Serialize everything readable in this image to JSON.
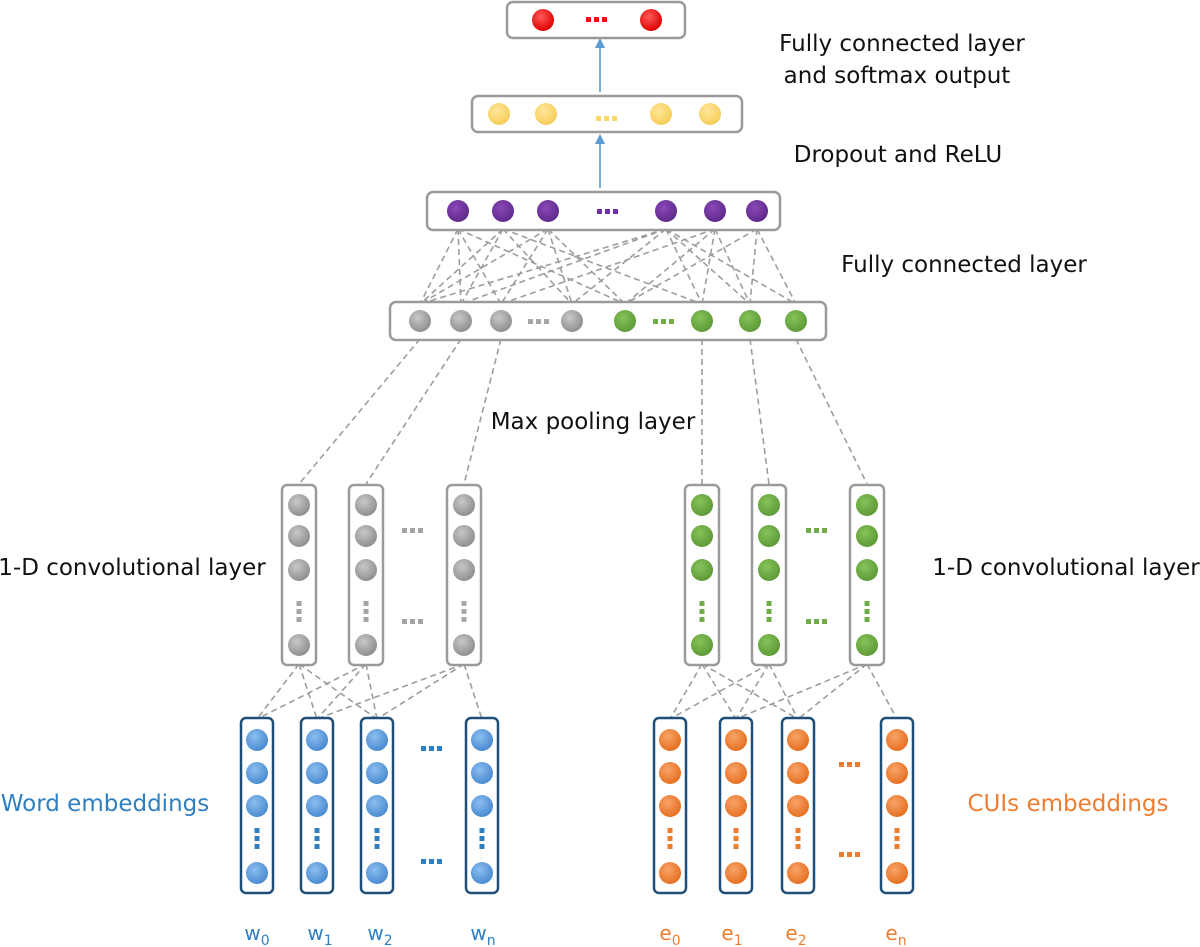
{
  "labels": {
    "output_line1": "Fully connected  layer",
    "output_line2": "and softmax output",
    "dropout": "Dropout and ReLU",
    "fully_connected": "Fully connected layer",
    "max_pooling": "Max pooling layer",
    "conv_left": "1-D convolutional layer",
    "conv_right": "1-D convolutional layer",
    "word_embeddings": "Word embeddings",
    "cui_embeddings": "CUIs embeddings"
  },
  "word_tokens": [
    {
      "base": "w",
      "sub": "0"
    },
    {
      "base": "w",
      "sub": "1"
    },
    {
      "base": "w",
      "sub": "2"
    },
    {
      "base": "w",
      "sub": "n"
    }
  ],
  "cui_tokens": [
    {
      "base": "e",
      "sub": "0"
    },
    {
      "base": "e",
      "sub": "1"
    },
    {
      "base": "e",
      "sub": "2"
    },
    {
      "base": "e",
      "sub": "n"
    }
  ],
  "colors": {
    "output_node": "#ee1111",
    "dropout_node": "#fbd76a",
    "fc_node": "#7030a0",
    "pool_gray_node": "#a6a6a6",
    "pool_green_node": "#70ad47",
    "conv_gray_node": "#a6a6a6",
    "conv_green_node": "#70ad47",
    "word_node": "#5b9bd5",
    "cui_node": "#ed7d31",
    "word_text": "#2f7fc1",
    "cui_text": "#ed7d31"
  }
}
